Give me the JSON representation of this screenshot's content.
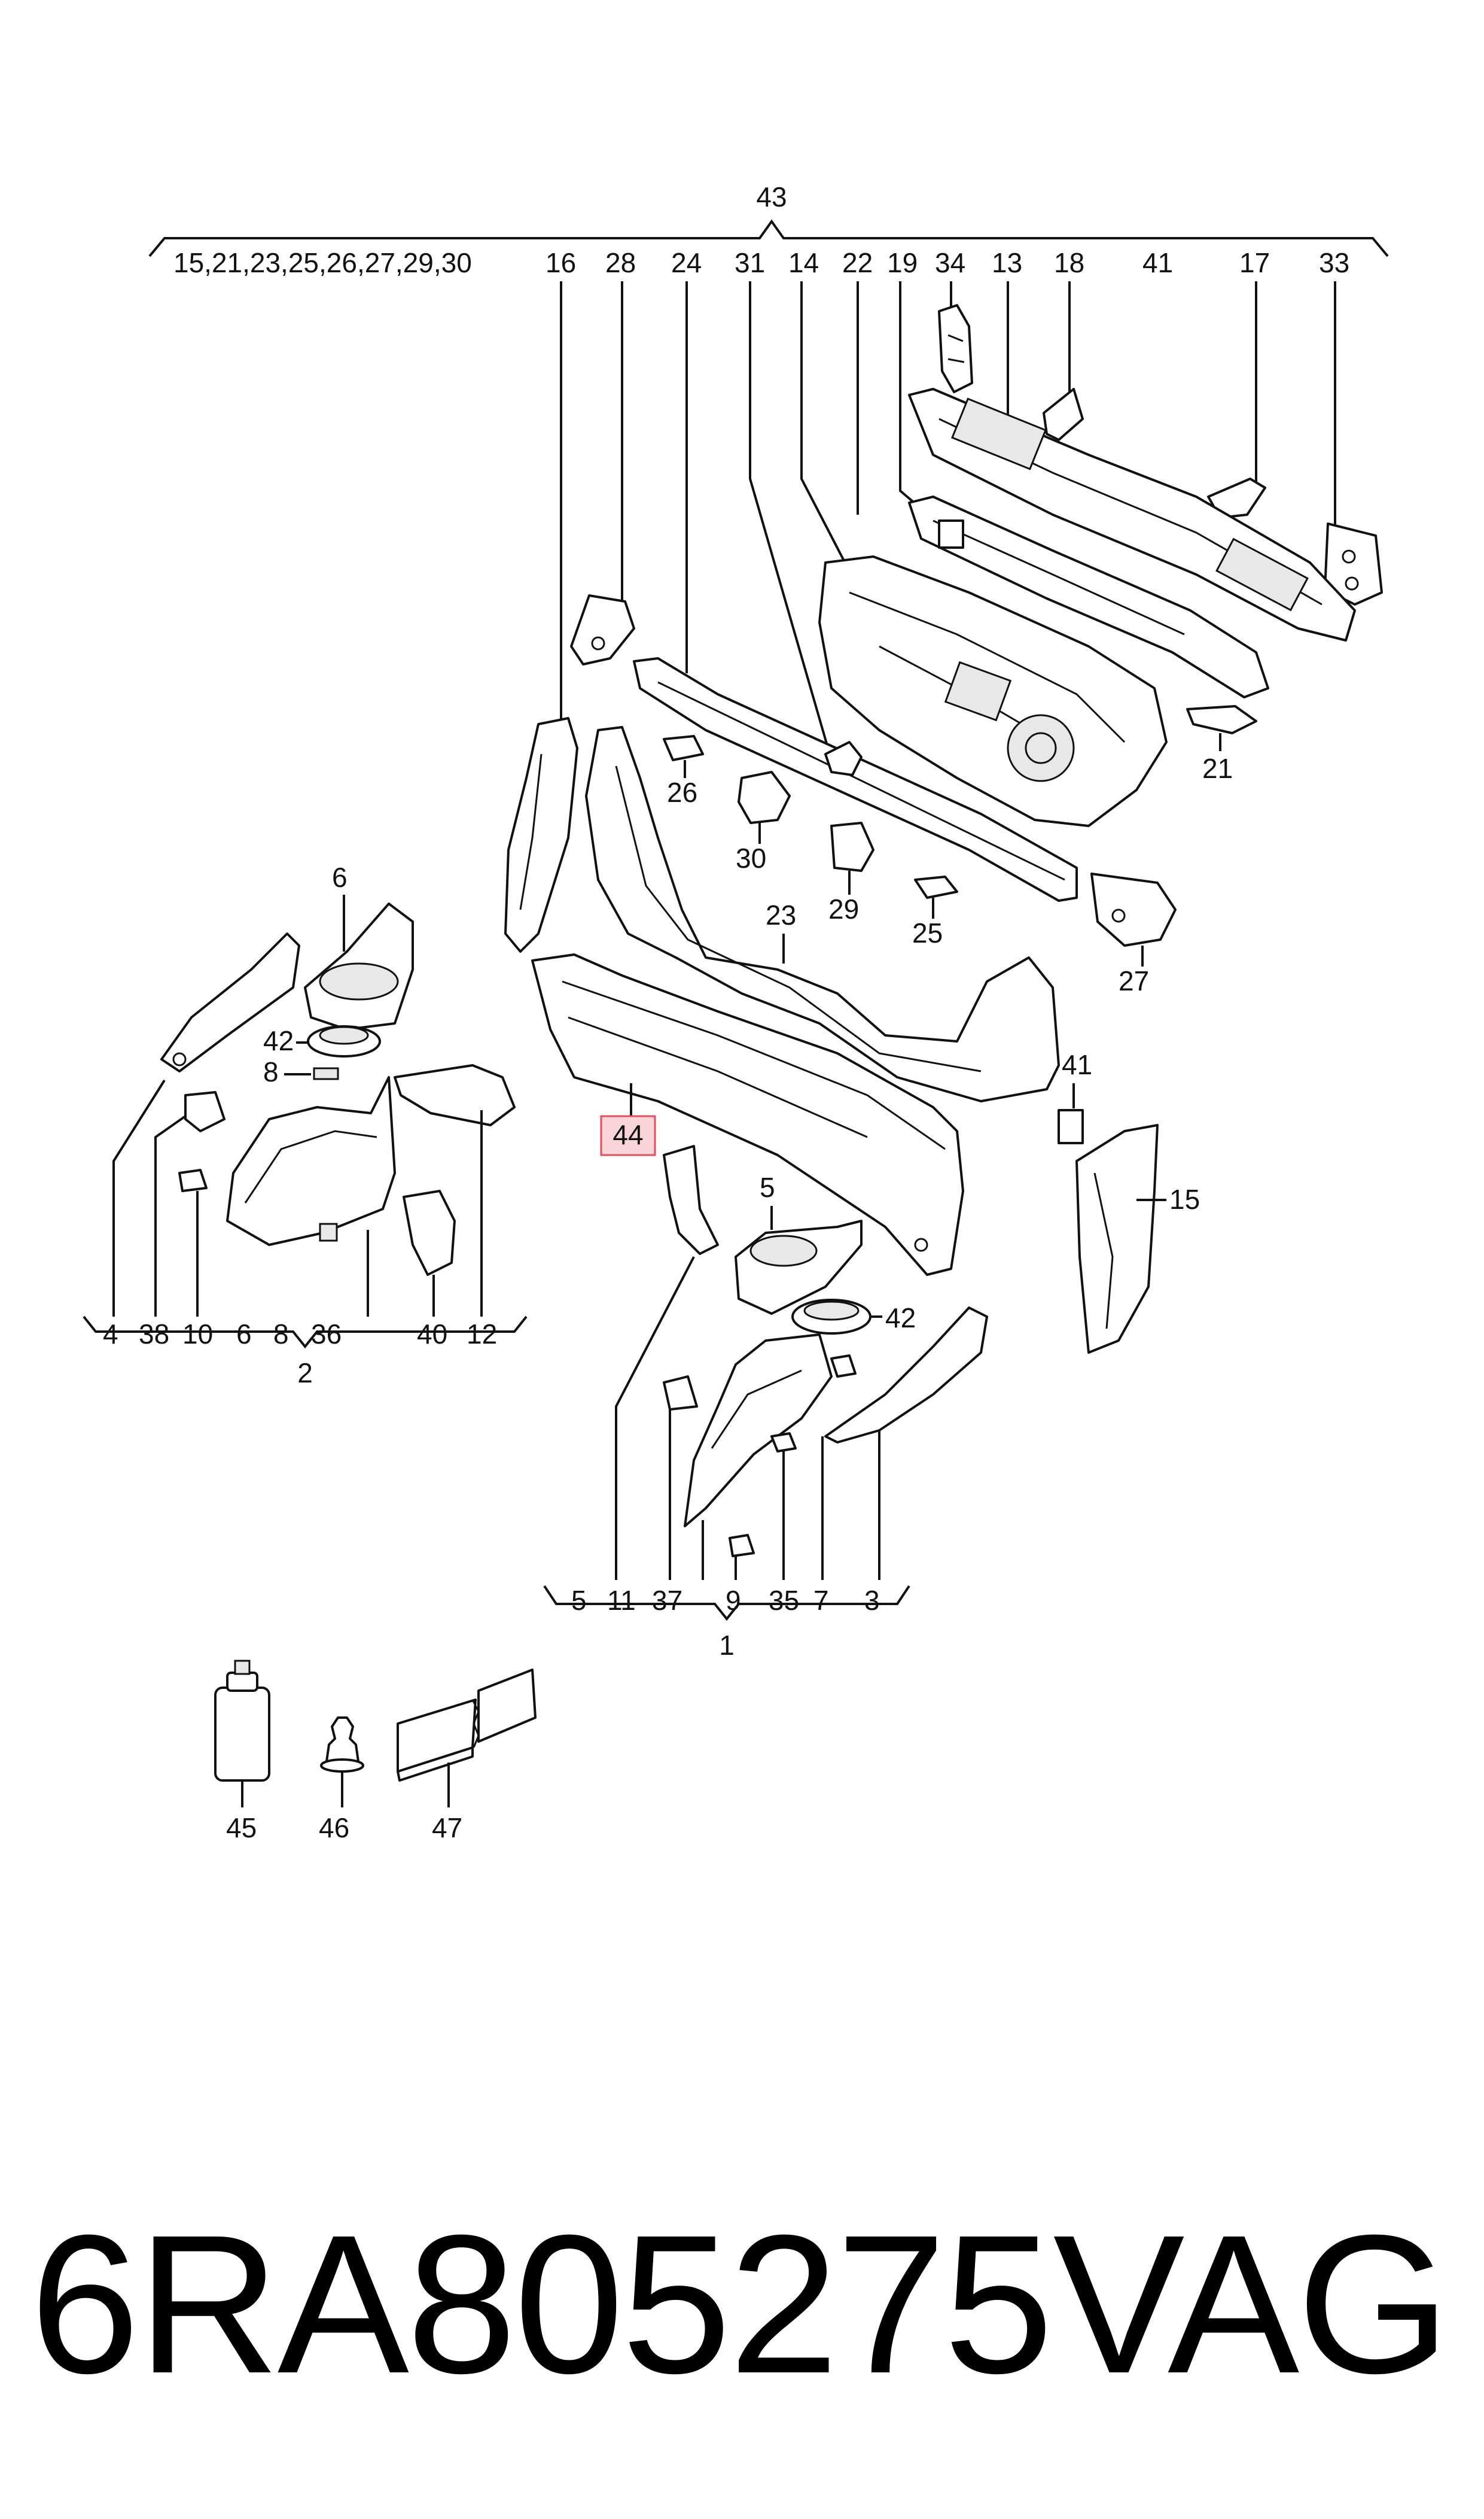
{
  "highlighted_callout": "44",
  "top_group": {
    "label": "43",
    "callouts": [
      "15,21,23,25,26,27,29,30",
      "16",
      "28",
      "24",
      "31",
      "14",
      "22",
      "19",
      "34",
      "13",
      "18",
      "41",
      "17",
      "33"
    ]
  },
  "left_group": {
    "label": "2",
    "callouts": [
      "4",
      "38",
      "10",
      "6",
      "8",
      "36",
      "40",
      "12"
    ]
  },
  "bottom_group": {
    "label": "1",
    "callouts": [
      "5",
      "11",
      "37",
      "9",
      "35",
      "7",
      "3"
    ]
  },
  "floating_callouts": [
    "21",
    "26",
    "30",
    "29",
    "25",
    "23",
    "27",
    "6",
    "42",
    "8",
    "44",
    "41",
    "15",
    "5",
    "42"
  ],
  "accessory_callouts": [
    "45",
    "46",
    "47"
  ],
  "part_number": "6RA805275",
  "brand": "VAG"
}
